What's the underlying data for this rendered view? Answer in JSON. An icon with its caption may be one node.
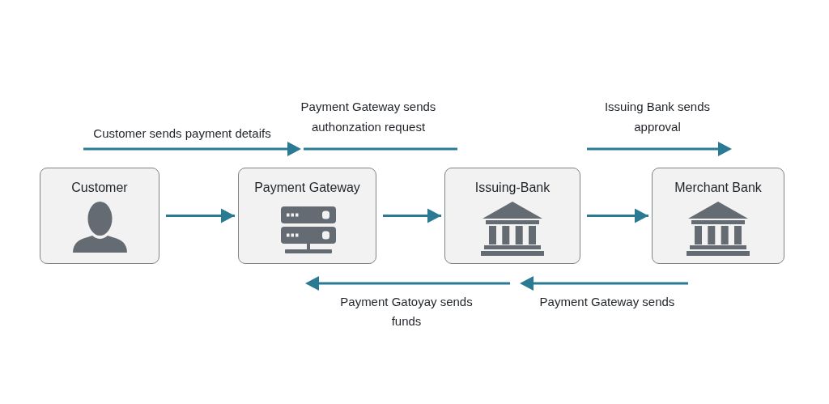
{
  "diagram": {
    "nodes": [
      {
        "text": [
          "Customer"
        ]
      },
      {
        "text": [
          "Payment Gateway"
        ]
      },
      {
        "text": [
          "Issuing-Bank"
        ]
      },
      {
        "text": [
          "Merchant Bank"
        ]
      }
    ],
    "edges": [
      {
        "from": 0,
        "to": 1,
        "arrow": "to"
      },
      {
        "from": 1,
        "to": 2,
        "arrow": "to"
      },
      {
        "from": 2,
        "to": 3,
        "arrow": "to"
      }
    ],
    "labels": [
      "Customer sends payment detaifs",
      "Payment Gateway sends authonzation request",
      "Issuing Bank sends approval",
      "Payment Gatoyay sends funds",
      "Payment Gateway sends"
    ]
  }
}
